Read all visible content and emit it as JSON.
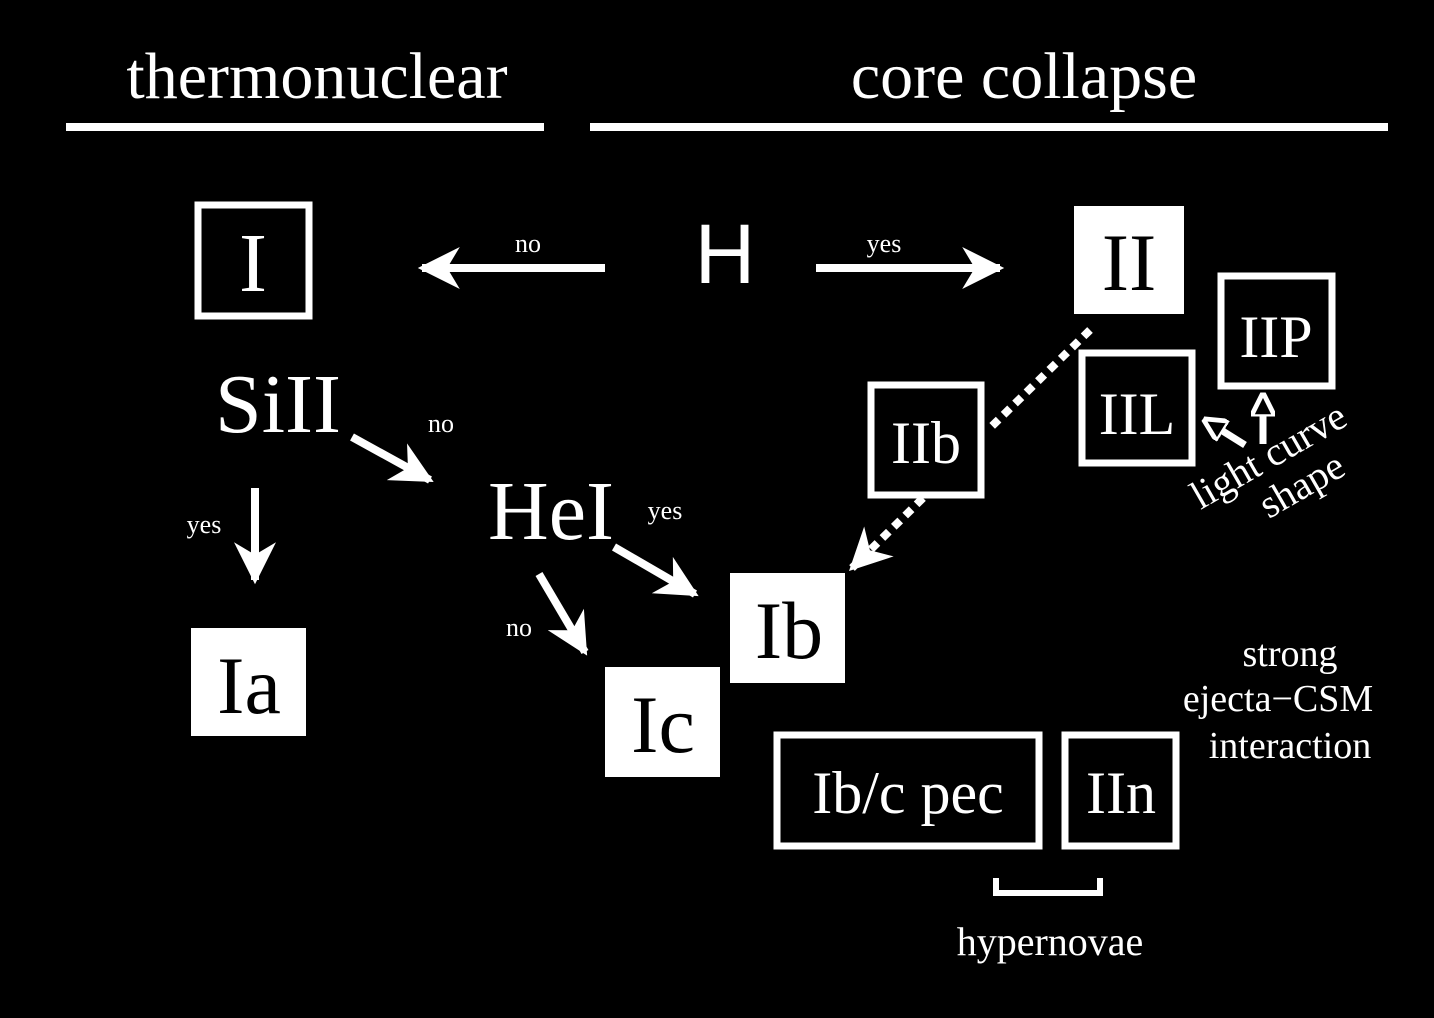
{
  "headers": {
    "thermonuclear": "thermonuclear",
    "core_collapse": "core collapse"
  },
  "nodes": {
    "type_I": "I",
    "type_II": "II",
    "h_line": "H",
    "siII": "SiII",
    "heI": "HeI",
    "type_Ia": "Ia",
    "type_Ib": "Ib",
    "type_Ic": "Ic",
    "type_IIb": "IIb",
    "type_IIL": "IIL",
    "type_IIP": "IIP",
    "type_Ibc_pec": "Ib/c pec",
    "type_IIn": "IIn"
  },
  "edge_labels": {
    "h_no": "no",
    "h_yes": "yes",
    "si_no": "no",
    "si_yes": "yes",
    "he_yes": "yes",
    "he_no": "no"
  },
  "annotations": {
    "light_curve_1": "light curve",
    "light_curve_2": "shape",
    "csm_1": "strong",
    "csm_2": "ejecta−CSM",
    "csm_3": "interaction",
    "hypernovae": "hypernovae"
  },
  "colors": {
    "background": "#000000",
    "foreground": "#ffffff"
  }
}
